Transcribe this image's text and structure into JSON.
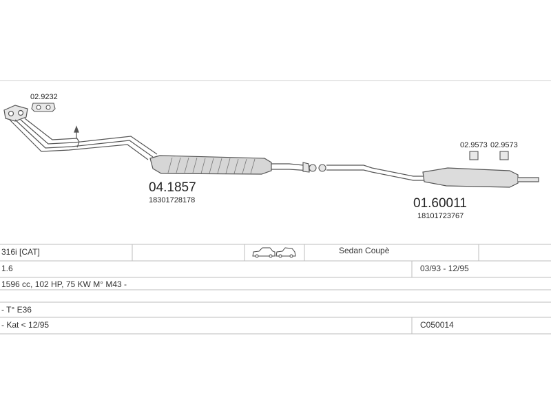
{
  "parts": {
    "gasket_code": "02.9232",
    "hanger_codes": [
      "02.9573",
      "02.9573"
    ],
    "front_section": {
      "code": "04.1857",
      "oe_number": "18301728178"
    },
    "rear_muffler": {
      "code": "01.60011",
      "oe_number": "18101723767"
    }
  },
  "table": {
    "model": "316i  [CAT]",
    "body_type": "Sedan Coupè",
    "engine_litres": "1.6",
    "years": "03/93 - 12/95",
    "engine_spec": "1596 cc, 102 HP, 75 KW M° M43 -",
    "type_note": "- T° E36",
    "cat_note": "- Kat < 12/95",
    "catalog_code": "C050014"
  },
  "colors": {
    "line": "#555555",
    "grid": "#bdbdbd",
    "fill": "#d6d6d6"
  }
}
